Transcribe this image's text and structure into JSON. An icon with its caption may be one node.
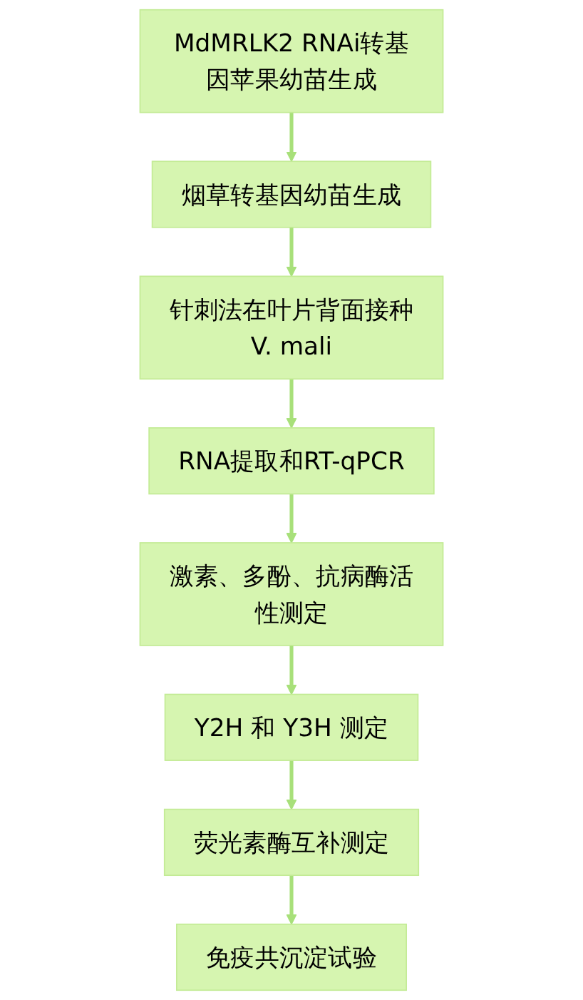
{
  "diagram": {
    "nodes": [
      {
        "text": [
          "MdMRLK2 RNAi转基因苹果幼苗生成"
        ]
      },
      {
        "text": [
          "烟草转基因幼苗生成"
        ]
      },
      {
        "text": [
          "针刺法在叶片背面接种V. mali"
        ]
      },
      {
        "text": [
          "RNA提取和RT-qPCR"
        ]
      },
      {
        "text": [
          "激素、多酚、抗病酶活性测定"
        ]
      },
      {
        "text": [
          "Y2H 和 Y3H 测定"
        ]
      },
      {
        "text": [
          "荧光素酶互补测定"
        ]
      },
      {
        "text": [
          "免疫共沉淀试验"
        ]
      }
    ],
    "edges": [
      {
        "from": 0,
        "to": 1,
        "arrow": "to"
      },
      {
        "from": 1,
        "to": 2,
        "arrow": "to"
      },
      {
        "from": 2,
        "to": 3,
        "arrow": "to"
      },
      {
        "from": 3,
        "to": 4,
        "arrow": "to"
      },
      {
        "from": 4,
        "to": 5,
        "arrow": "to"
      },
      {
        "from": 5,
        "to": 6,
        "arrow": "to"
      },
      {
        "from": 6,
        "to": 7,
        "arrow": "to"
      }
    ]
  }
}
